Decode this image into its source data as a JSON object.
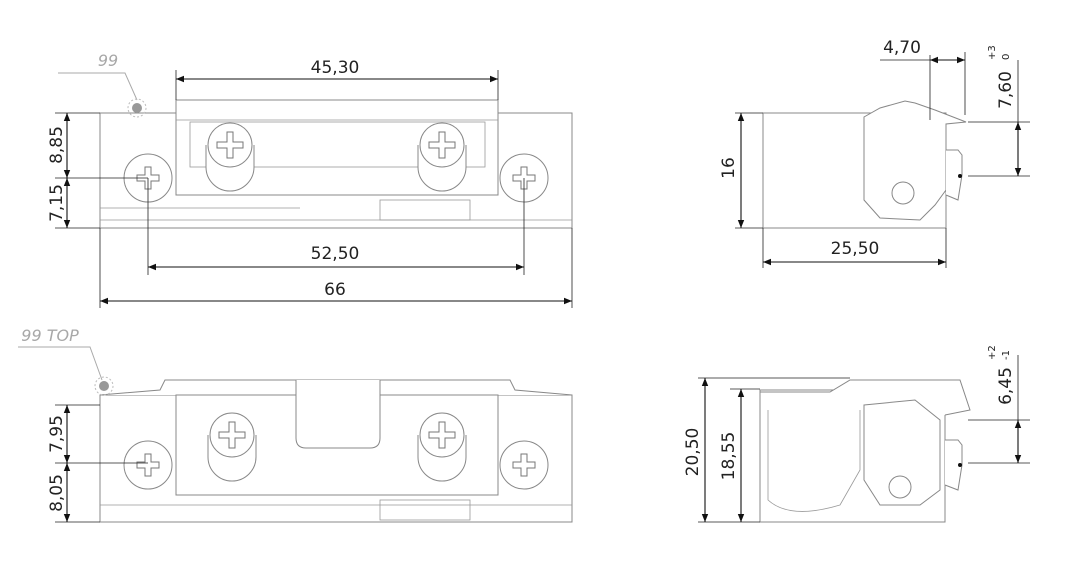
{
  "views": {
    "front": {
      "label": "99",
      "dim_top_width": "45,30",
      "dim_upper_height": "8,85",
      "dim_lower_height": "7,15",
      "dim_hole_spacing": "52,50",
      "dim_total_width": "66"
    },
    "side": {
      "dim_lip": "4,70",
      "dim_offset": "7,60",
      "tol_upper": "+3",
      "tol_lower": "0",
      "dim_height": "16",
      "dim_depth": "25,50"
    },
    "front_top": {
      "label": "99 TOP",
      "dim_upper_height": "7,95",
      "dim_lower_height": "8,05"
    },
    "side_top": {
      "dim_total_height": "20,50",
      "dim_body_height": "18,55",
      "dim_offset": "6,45",
      "tol_upper": "+2",
      "tol_lower": "-1"
    }
  }
}
